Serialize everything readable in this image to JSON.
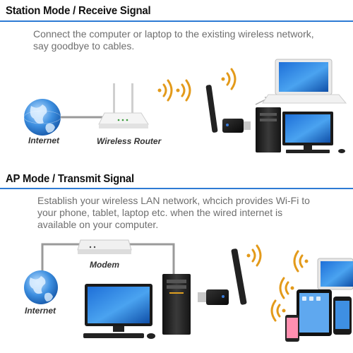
{
  "station": {
    "title": "Station Mode  / Receive Signal",
    "desc_line1": "Connect the computer or laptop to the existing wireless network,",
    "desc_line2": "say goodbye to cables.",
    "labels": {
      "internet": "Internet",
      "router": "Wireless Router"
    }
  },
  "ap": {
    "title": "AP Mode  / Transmit  Signal",
    "desc_line1": "Establish your wireless LAN network, whcich provides Wi-Fi to",
    "desc_line2": "your phone, tablet, laptop etc. when the wired internet is",
    "desc_line3": "available on your computer.",
    "labels": {
      "modem": "Modem",
      "internet": "Internet"
    }
  },
  "colors": {
    "accent_line": "#2e7bd4",
    "wifi_wave": "#e39a1a",
    "globe": "#2f7fd6",
    "cable": "#9a9a9a"
  }
}
